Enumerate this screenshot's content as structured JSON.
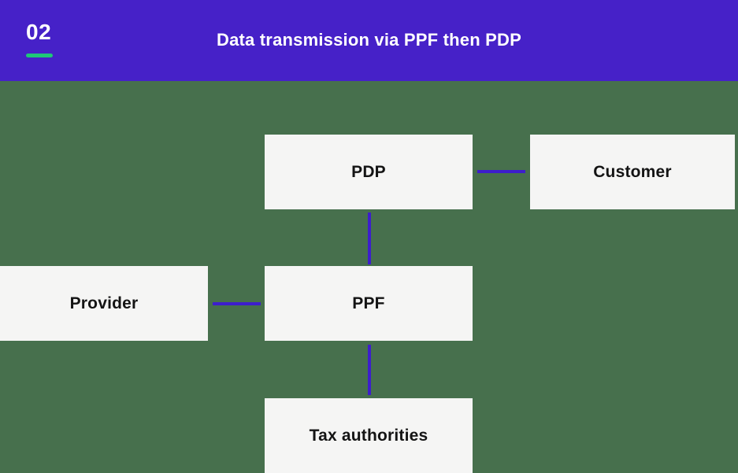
{
  "header": {
    "slide_number": "02",
    "title": "Data transmission via PPF then PDP"
  },
  "colors": {
    "header_background": "#4621C8",
    "header_text": "#FFFFFF",
    "accent_green": "#1EC778",
    "canvas_background": "#47704D",
    "node_background": "#F5F5F4",
    "node_text": "#141414",
    "connector": "#3D1ECC"
  },
  "diagram": {
    "nodes": [
      {
        "id": "pdp",
        "label": "PDP"
      },
      {
        "id": "customer",
        "label": "Customer"
      },
      {
        "id": "provider",
        "label": "Provider"
      },
      {
        "id": "ppf",
        "label": "PPF"
      },
      {
        "id": "tax-authorities",
        "label": "Tax authorities"
      }
    ],
    "connections": [
      {
        "from": "PDP",
        "to": "Customer"
      },
      {
        "from": "PDP",
        "to": "PPF"
      },
      {
        "from": "Provider",
        "to": "PPF"
      },
      {
        "from": "PPF",
        "to": "Tax authorities"
      }
    ]
  }
}
